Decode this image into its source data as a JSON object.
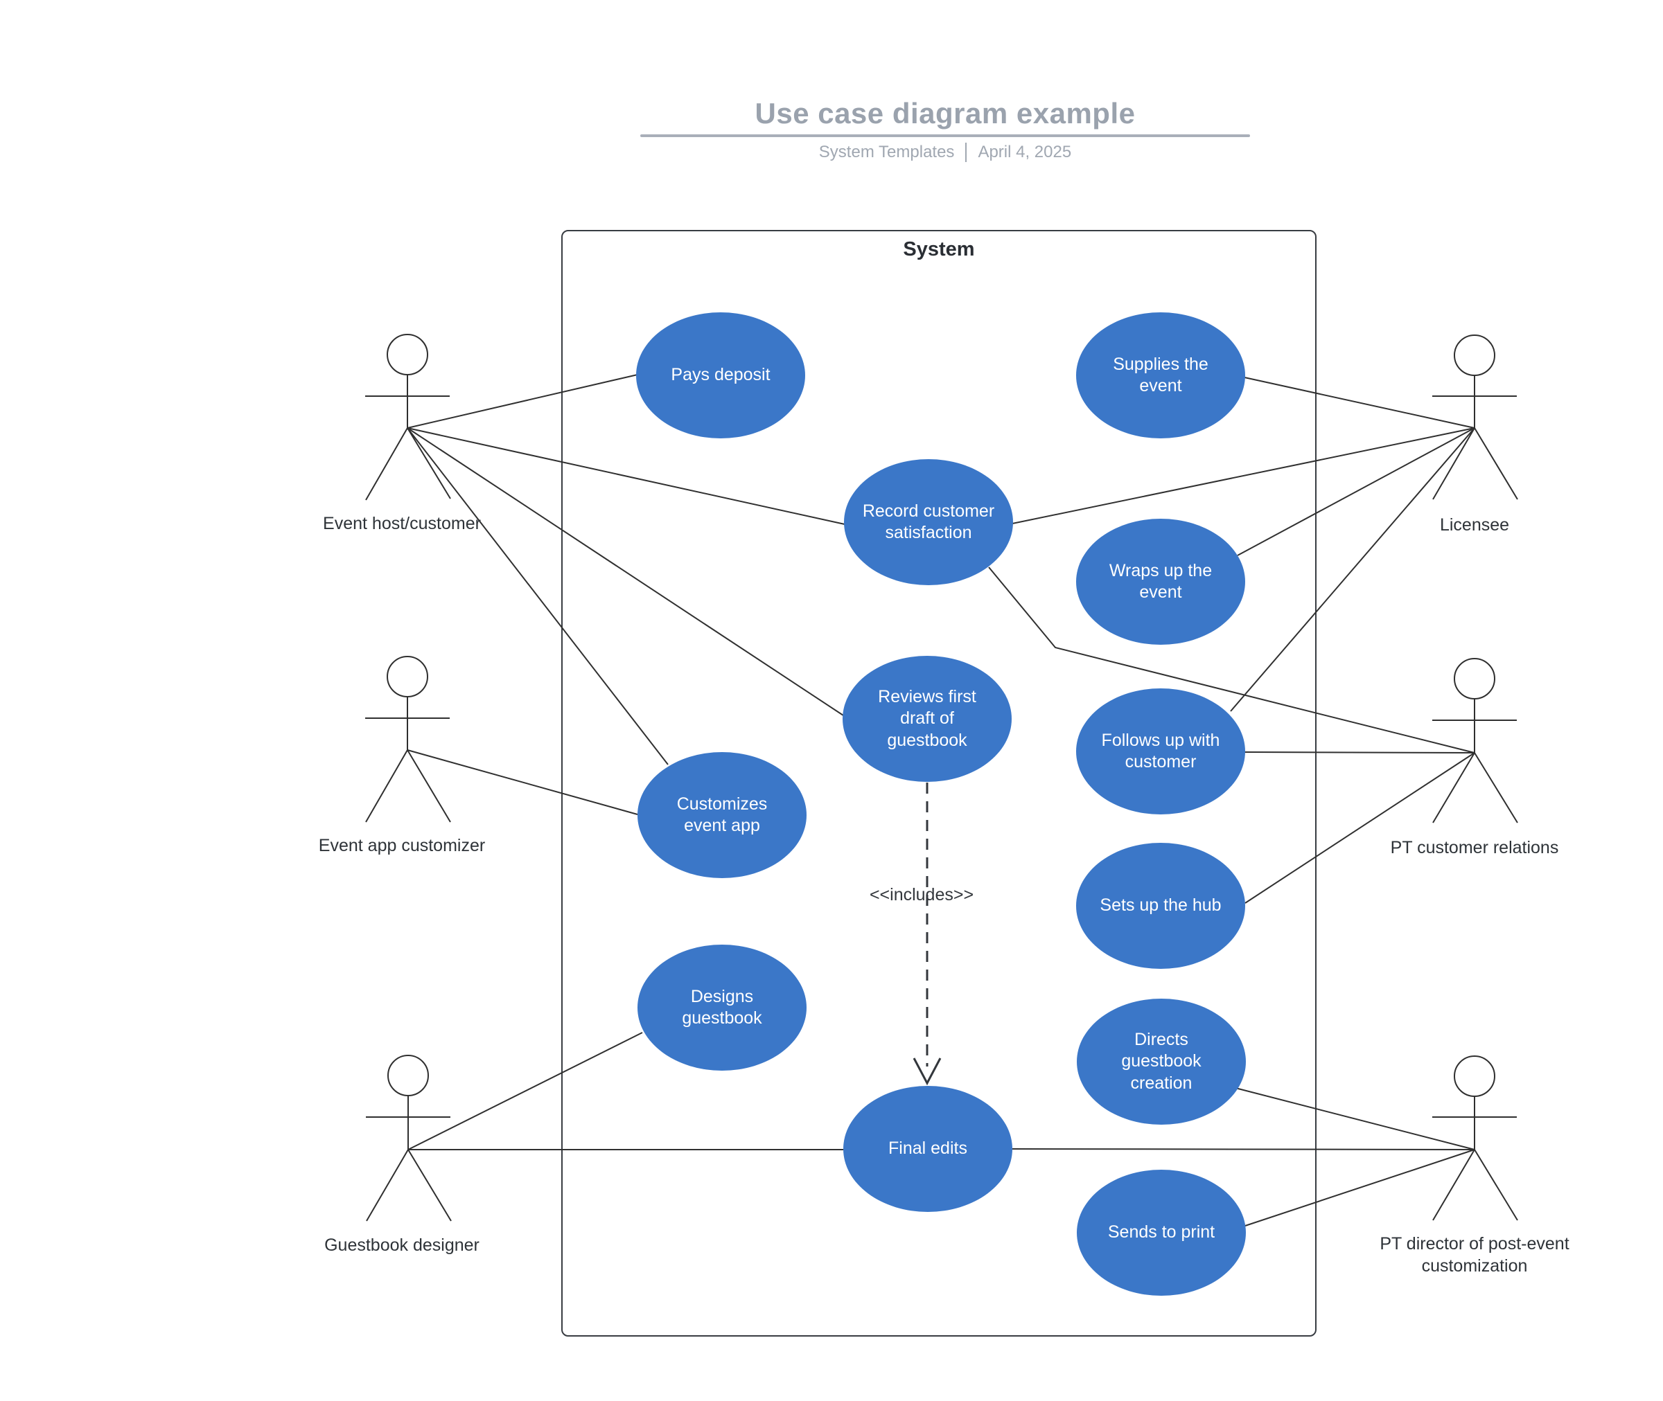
{
  "header": {
    "title": "Use case diagram example",
    "subtitle_left": "System Templates",
    "subtitle_right": "April 4, 2025"
  },
  "system_boundary": {
    "label": "System"
  },
  "actors": [
    {
      "id": "event-host-customer",
      "label": "Event host/customer",
      "side": "left"
    },
    {
      "id": "event-app-customizer",
      "label": "Event app customizer",
      "side": "left"
    },
    {
      "id": "guestbook-designer",
      "label": "Guestbook designer",
      "side": "left"
    },
    {
      "id": "licensee",
      "label": "Licensee",
      "side": "right"
    },
    {
      "id": "pt-customer-relations",
      "label": "PT customer relations",
      "side": "right"
    },
    {
      "id": "pt-director-post-event",
      "label": "PT director of post-event customization",
      "side": "right"
    }
  ],
  "use_cases": [
    {
      "id": "pays-deposit",
      "label": "Pays deposit"
    },
    {
      "id": "record-customer-satisfaction",
      "label": "Record customer satisfaction"
    },
    {
      "id": "reviews-first-draft",
      "label": "Reviews first draft of guestbook"
    },
    {
      "id": "customizes-event-app",
      "label": "Customizes event app"
    },
    {
      "id": "designs-guestbook",
      "label": "Designs guestbook"
    },
    {
      "id": "final-edits",
      "label": "Final edits"
    },
    {
      "id": "supplies-the-event",
      "label": "Supplies the event"
    },
    {
      "id": "wraps-up-the-event",
      "label": "Wraps up the event"
    },
    {
      "id": "follows-up-with-customer",
      "label": "Follows up with customer"
    },
    {
      "id": "sets-up-the-hub",
      "label": "Sets up the hub"
    },
    {
      "id": "directs-guestbook-creation",
      "label": "Directs guestbook creation"
    },
    {
      "id": "sends-to-print",
      "label": "Sends to print"
    }
  ],
  "relationships": [
    {
      "from": "event-host-customer",
      "to": "pays-deposit",
      "type": "association"
    },
    {
      "from": "event-host-customer",
      "to": "record-customer-satisfaction",
      "type": "association"
    },
    {
      "from": "event-host-customer",
      "to": "reviews-first-draft",
      "type": "association"
    },
    {
      "from": "event-host-customer",
      "to": "customizes-event-app",
      "type": "association"
    },
    {
      "from": "event-app-customizer",
      "to": "customizes-event-app",
      "type": "association"
    },
    {
      "from": "guestbook-designer",
      "to": "designs-guestbook",
      "type": "association"
    },
    {
      "from": "guestbook-designer",
      "to": "final-edits",
      "type": "association"
    },
    {
      "from": "licensee",
      "to": "supplies-the-event",
      "type": "association"
    },
    {
      "from": "licensee",
      "to": "record-customer-satisfaction",
      "type": "association"
    },
    {
      "from": "licensee",
      "to": "wraps-up-the-event",
      "type": "association"
    },
    {
      "from": "licensee",
      "to": "follows-up-with-customer",
      "type": "association"
    },
    {
      "from": "record-customer-satisfaction",
      "to": "pt-customer-relations",
      "type": "association"
    },
    {
      "from": "follows-up-with-customer",
      "to": "pt-customer-relations",
      "type": "association"
    },
    {
      "from": "sets-up-the-hub",
      "to": "pt-customer-relations",
      "type": "association"
    },
    {
      "from": "directs-guestbook-creation",
      "to": "pt-director-post-event",
      "type": "association"
    },
    {
      "from": "sends-to-print",
      "to": "pt-director-post-event",
      "type": "association"
    },
    {
      "from": "final-edits",
      "to": "pt-director-post-event",
      "type": "association"
    },
    {
      "from": "reviews-first-draft",
      "to": "final-edits",
      "type": "include",
      "label": "<<includes>>"
    }
  ],
  "include_label": "<<includes>>",
  "colors": {
    "use_case_fill": "#3b77c8",
    "use_case_text": "#ffffff",
    "line": "#303030",
    "boundary": "#383c42",
    "title_text": "#9aa2ad",
    "subtitle_text": "#a0a7b1",
    "actor_label_text": "#2e3338"
  }
}
